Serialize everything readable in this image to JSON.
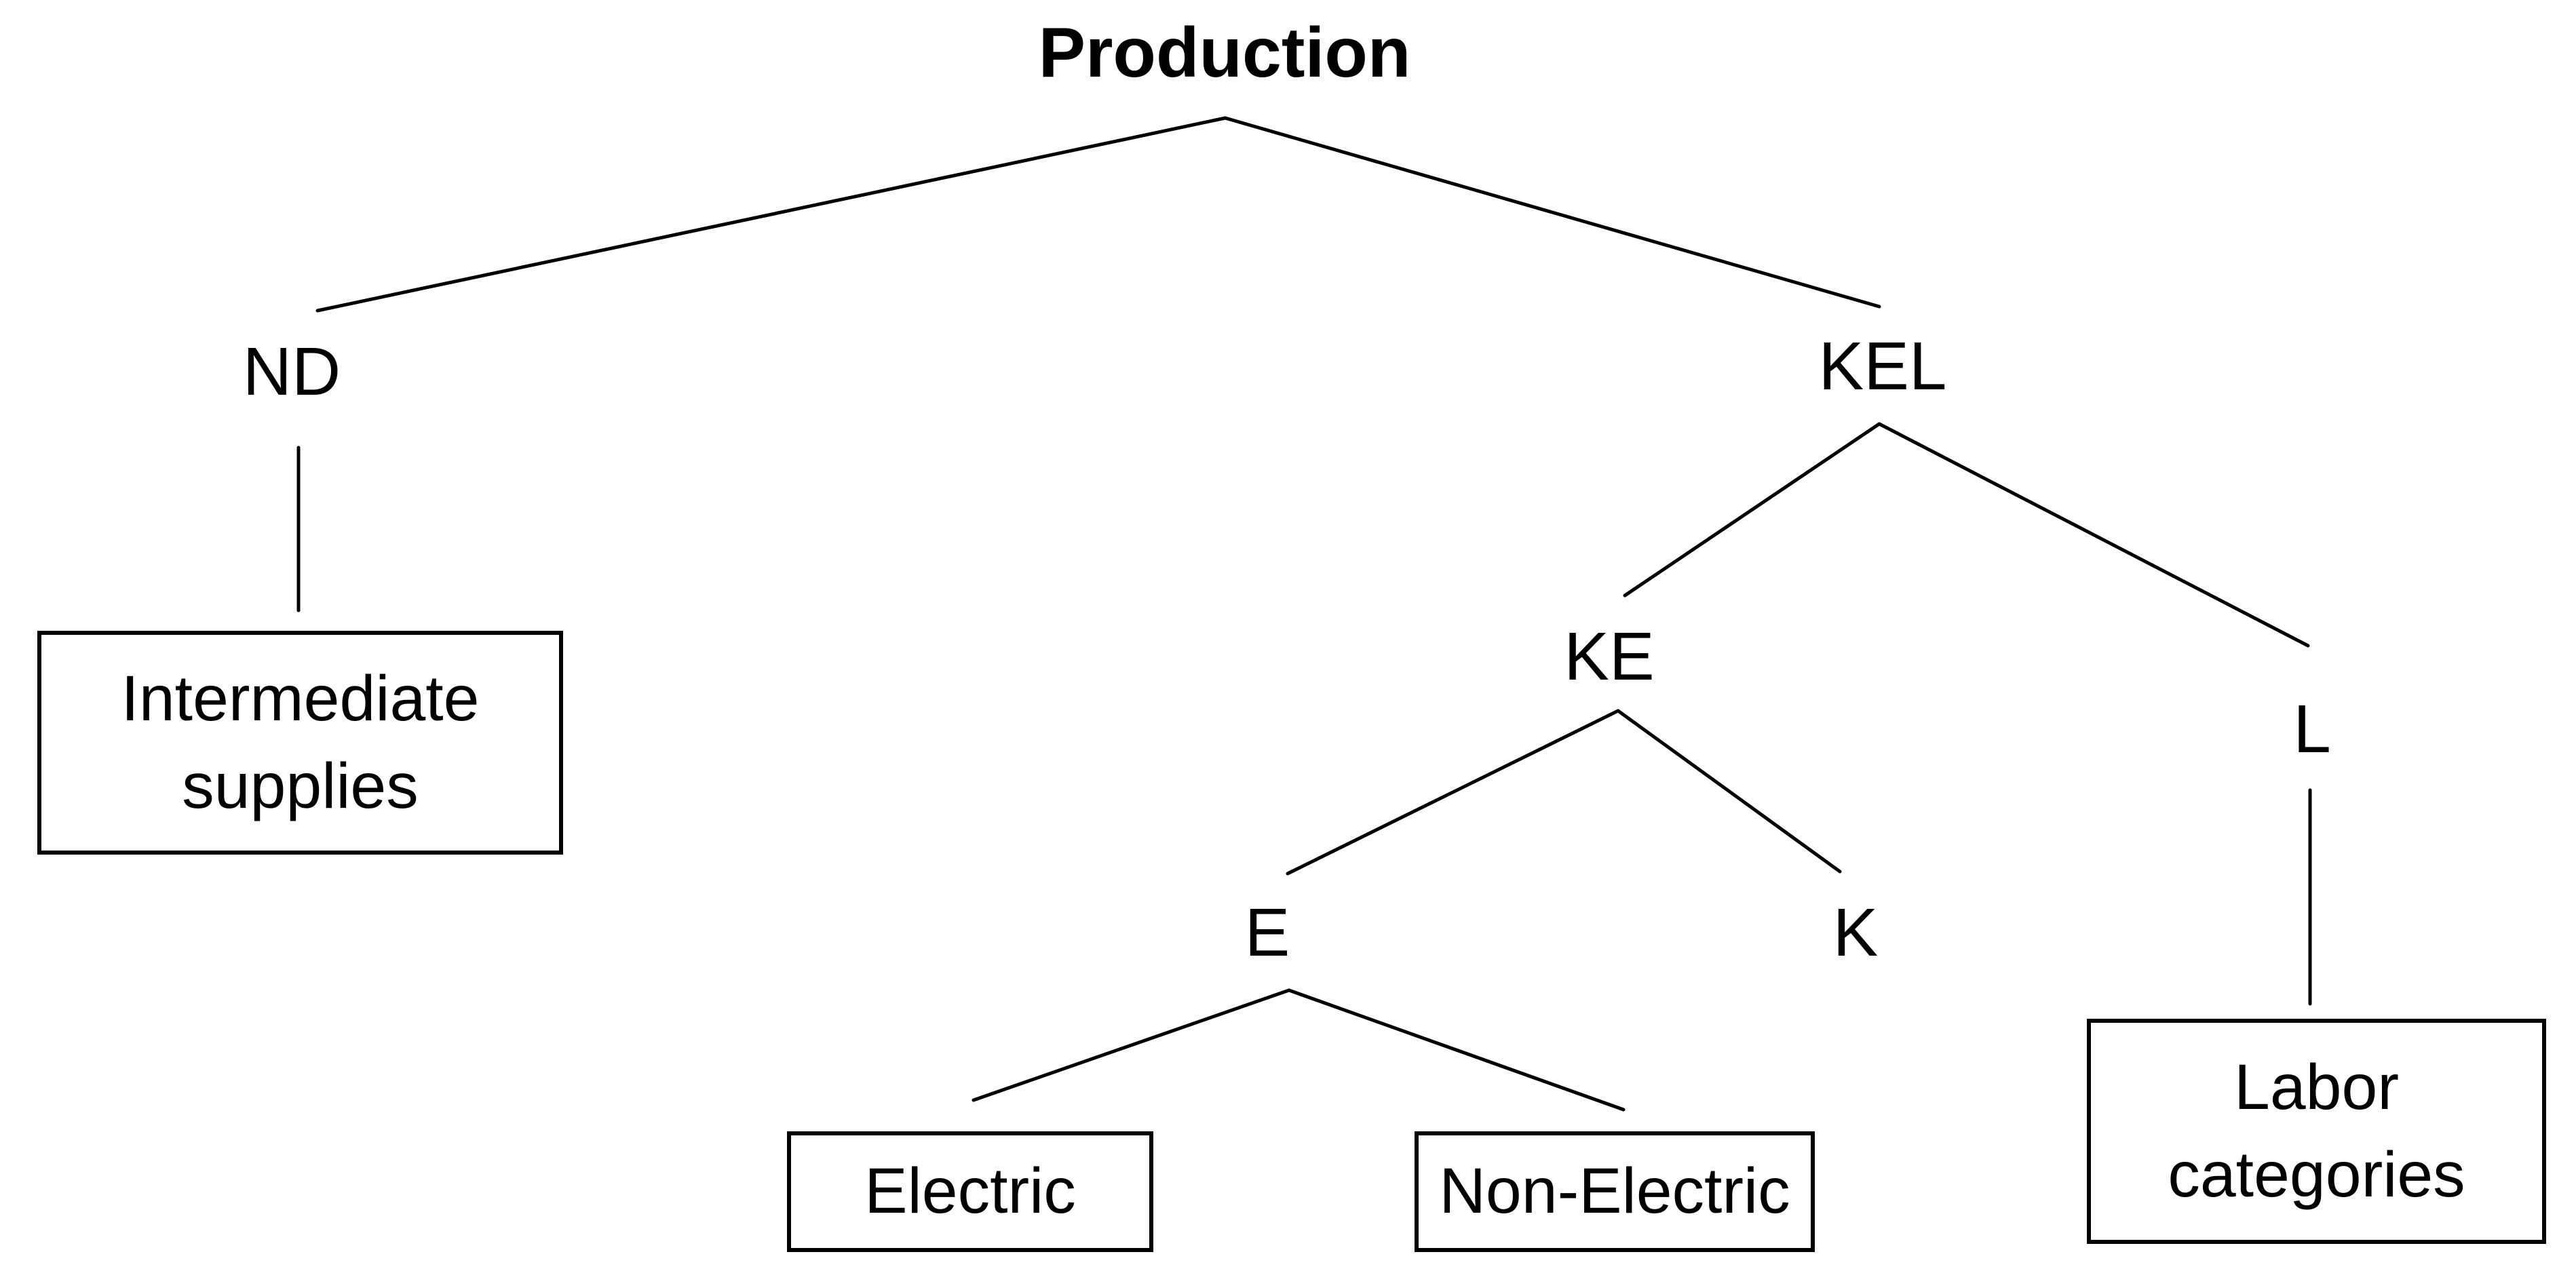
{
  "figure": {
    "background_color": "#ffffff",
    "line_color": "#000000",
    "text_color": "#000000"
  },
  "nodes": {
    "production": {
      "label": "Production"
    },
    "nd": {
      "label": "ND"
    },
    "kel": {
      "label": "KEL"
    },
    "ke": {
      "label": "KE"
    },
    "l": {
      "label": "L"
    },
    "e": {
      "label": "E"
    },
    "k": {
      "label": "K"
    }
  },
  "leaves": {
    "intermediate_supplies": {
      "label": "Intermediate supplies"
    },
    "electric": {
      "label": "Electric"
    },
    "non_electric": {
      "label": "Non-Electric"
    },
    "labor_categories": {
      "label": "Labor categories"
    }
  },
  "hierarchy": {
    "Production": [
      "ND",
      "KEL"
    ],
    "ND": [
      "Intermediate supplies"
    ],
    "KEL": [
      "KE",
      "L"
    ],
    "KE": [
      "E",
      "K"
    ],
    "E": [
      "Electric",
      "Non-Electric"
    ],
    "L": [
      "Labor categories"
    ]
  }
}
